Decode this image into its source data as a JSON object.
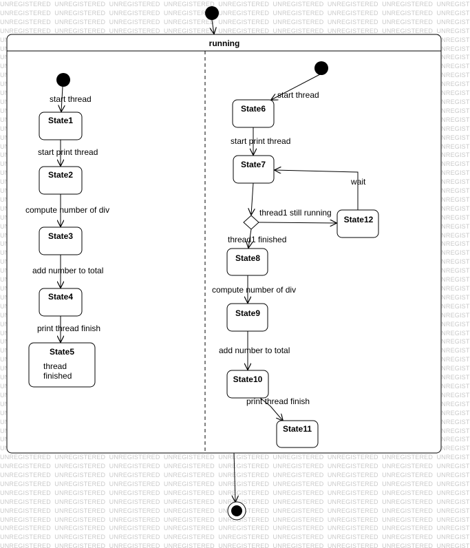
{
  "watermark": {
    "text": "UNREGISTERED"
  },
  "container": {
    "title": "running"
  },
  "states": {
    "state1": "State1",
    "state2": "State2",
    "state3": "State3",
    "state4": "State4",
    "state5": "State5",
    "state5_note_line1": "thread",
    "state5_note_line2": "finished",
    "state6": "State6",
    "state7": "State7",
    "state8": "State8",
    "state9": "State9",
    "state10": "State10",
    "state11": "State11",
    "state12": "State12"
  },
  "transitions": {
    "start_thread": "start thread",
    "start_print_thread": "start print thread",
    "compute_number_of_div": "compute number of div",
    "add_number_to_total": "add number to total",
    "print_thread_finish": "print thread finish",
    "thread1_still_running": "thread1 still running",
    "thread1_finished": "thread1 finished",
    "wait": "wait"
  }
}
